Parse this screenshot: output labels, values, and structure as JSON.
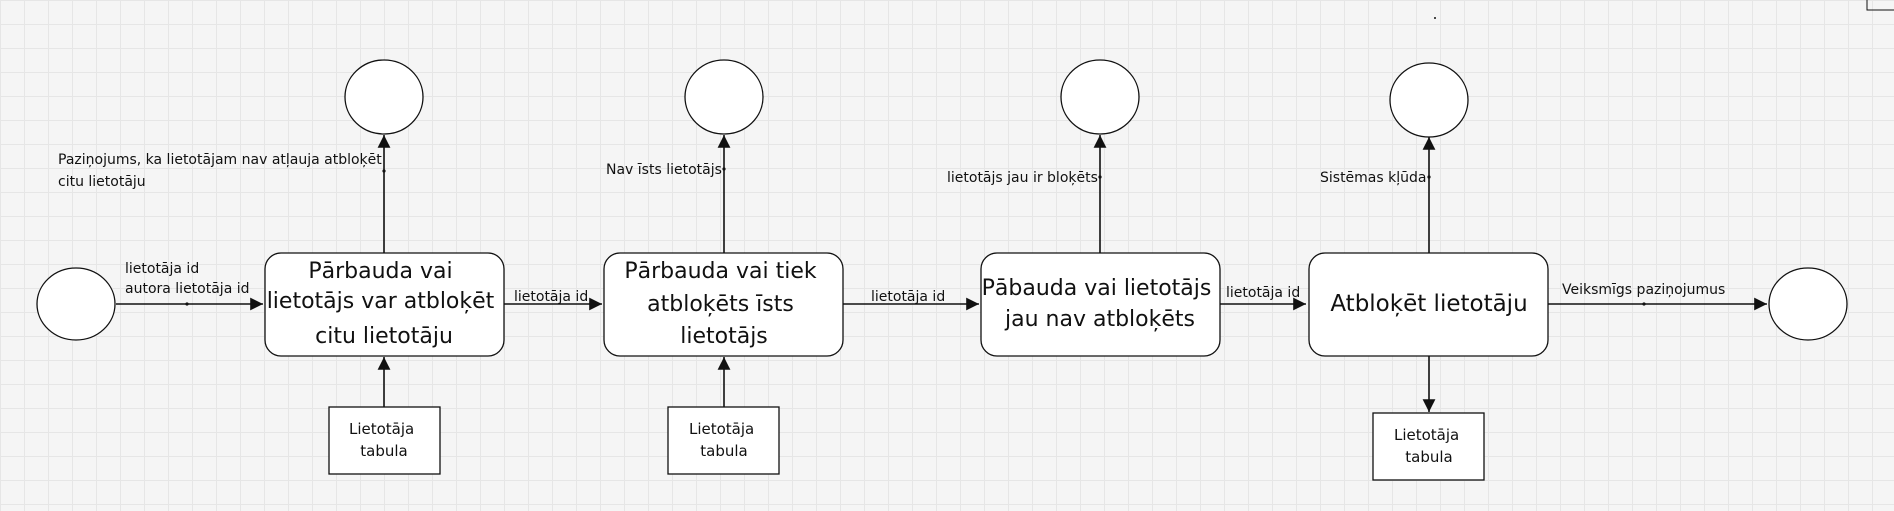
{
  "processes": [
    {
      "id": "p1",
      "lines": [
        "Pārbauda vai",
        "lietotājs var atbloķēt",
        "citu lietotāju"
      ]
    },
    {
      "id": "p2",
      "lines": [
        "Pārbauda vai tiek",
        "atbloķēts īsts",
        "lietotājs"
      ]
    },
    {
      "id": "p3",
      "lines": [
        "Pābauda vai lietotājs",
        "jau nav atbloķēts"
      ]
    },
    {
      "id": "p4",
      "lines": [
        "Atbloķēt lietotāju"
      ]
    }
  ],
  "data_stores": [
    {
      "id": "s1",
      "lines": [
        "Lietotāja",
        "tabula"
      ]
    },
    {
      "id": "s2",
      "lines": [
        "Lietotāja",
        "tabula"
      ]
    },
    {
      "id": "s3",
      "lines": [
        "Lietotāja",
        "tabula"
      ]
    }
  ],
  "terminals": [
    {
      "id": "t-start"
    },
    {
      "id": "t-end"
    },
    {
      "id": "t-err1"
    },
    {
      "id": "t-err2"
    },
    {
      "id": "t-err3"
    },
    {
      "id": "t-err4"
    }
  ],
  "flow_labels": {
    "input_to_p1": [
      "lietotāja id",
      "autora lietotāja id"
    ],
    "p1_to_p2": [
      "lietotāja id"
    ],
    "p2_to_p3": [
      "lietotāja id"
    ],
    "p3_to_p4": [
      "lietotāja id"
    ],
    "p4_to_end": [
      "Veiksmīgs paziņojumus"
    ],
    "p1_error": [
      "Paziņojums, ka lietotājam nav atļauja atbloķēt",
      "citu lietotāju"
    ],
    "p2_error": [
      "Nav īsts lietotājs"
    ],
    "p3_error": [
      "lietotājs jau ir bloķēts"
    ],
    "p4_error": [
      "Sistēmas kļūda"
    ]
  },
  "colors": {
    "stroke": "#111111",
    "fill": "#ffffff",
    "grid": "#e6e6e6",
    "background": "#f5f5f5"
  }
}
